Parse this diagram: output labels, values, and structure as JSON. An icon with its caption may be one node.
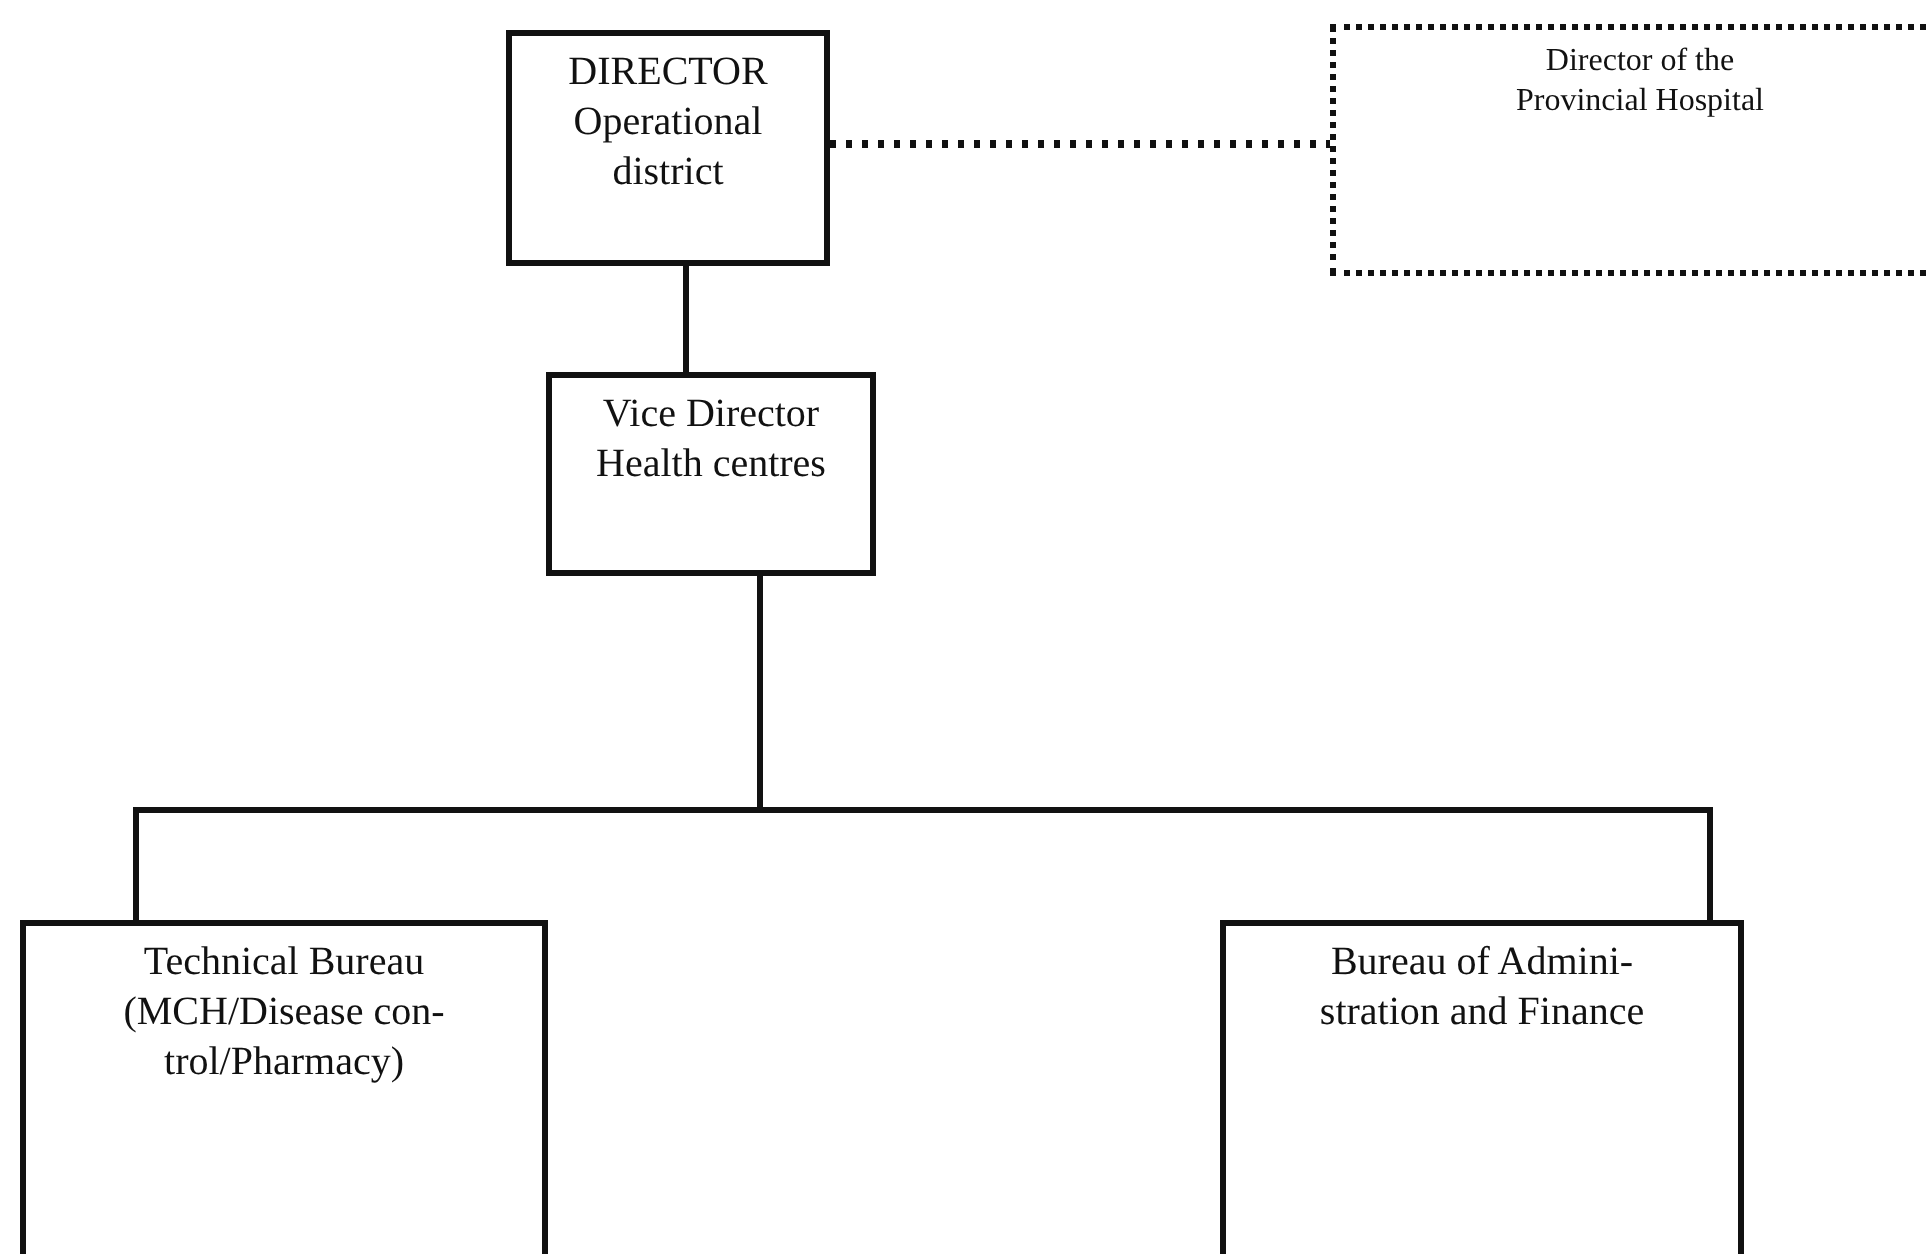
{
  "diagram": {
    "nodes": [
      {
        "text": [
          "DIRECTOR",
          "Operational district"
        ]
      },
      {
        "text": [
          "Director of the Provincial Hospital"
        ]
      },
      {
        "text": [
          "Vice Director",
          "Health centres"
        ]
      },
      {
        "text": [
          "Technical Bureau",
          "(MCH/Disease con- trol/Pharmacy)"
        ]
      },
      {
        "text": [
          "Bureau of Admini- stration and Finance"
        ]
      }
    ],
    "edges": [
      {
        "from": 0,
        "to": 1,
        "arrow": "none",
        "style": "dashed"
      },
      {
        "from": 0,
        "to": 2,
        "arrow": "none"
      },
      {
        "from": 2,
        "to": 3,
        "arrow": "none"
      },
      {
        "from": 2,
        "to": 4,
        "arrow": "none"
      }
    ]
  }
}
